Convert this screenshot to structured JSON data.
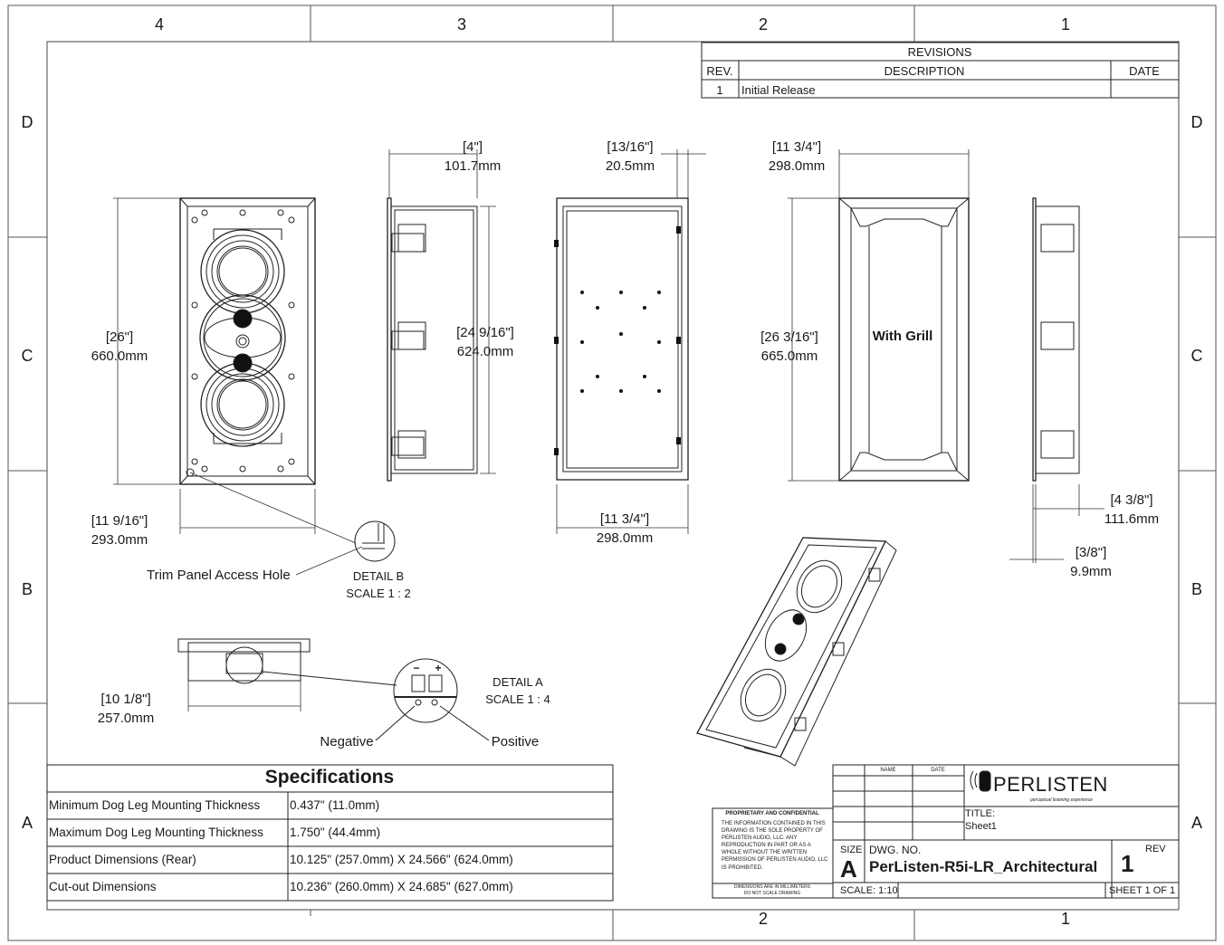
{
  "zones": {
    "top": [
      "4",
      "3",
      "2",
      "1"
    ],
    "bottom": [
      "2",
      "1"
    ],
    "left": [
      "D",
      "C",
      "B",
      "A"
    ],
    "right": [
      "D",
      "C",
      "B",
      "A"
    ]
  },
  "revisions": {
    "title": "REVISIONS",
    "headers": {
      "rev": "REV.",
      "description": "DESCRIPTION",
      "date": "DATE"
    },
    "rows": [
      {
        "rev": "1",
        "description": "Initial Release",
        "date": ""
      }
    ]
  },
  "dimensions": [
    {
      "imperial": "[26\"]",
      "metric": "660.0mm"
    },
    {
      "imperial": "[11 9/16\"]",
      "metric": "293.0mm"
    },
    {
      "imperial": "[4\"]",
      "metric": "101.7mm"
    },
    {
      "imperial": "[24 9/16\"]",
      "metric": "624.0mm"
    },
    {
      "imperial": "[13/16\"]",
      "metric": "20.5mm"
    },
    {
      "imperial": "[11 3/4\"]",
      "metric": "298.0mm"
    },
    {
      "imperial": "[11 3/4\"]",
      "metric": "298.0mm"
    },
    {
      "imperial": "[26 3/16\"]",
      "metric": "665.0mm"
    },
    {
      "imperial": "[4 3/8\"]",
      "metric": "111.6mm"
    },
    {
      "imperial": "[3/8\"]",
      "metric": "9.9mm"
    },
    {
      "imperial": "[10 1/8\"]",
      "metric": "257.0mm"
    }
  ],
  "labels": {
    "with_grill": "With Grill",
    "trim_panel": "Trim Panel Access Hole",
    "detail_b": "DETAIL B",
    "detail_b_scale": "SCALE 1 : 2",
    "detail_a": "DETAIL A",
    "detail_a_scale": "SCALE 1 : 4",
    "negative": "Negative",
    "positive": "Positive",
    "minus": "−",
    "plus": "+"
  },
  "specifications": {
    "title": "Specifications",
    "rows": [
      {
        "label": "Minimum Dog Leg Mounting Thickness",
        "value": "0.437\" (11.0mm)"
      },
      {
        "label": "Maximum Dog Leg Mounting Thickness",
        "value": "1.750\" (44.4mm)"
      },
      {
        "label": "Product Dimensions (Rear)",
        "value": "10.125\" (257.0mm) X 24.566\" (624.0mm)"
      },
      {
        "label": "Cut-out Dimensions",
        "value": "10.236\" (260.0mm) X 24.685\" (627.0mm)"
      }
    ]
  },
  "title_block": {
    "name_header": "NAME",
    "date_header": "DATE",
    "logo_text": "PERLISTEN",
    "logo_tagline": "perceptual listening experience",
    "title_label": "TITLE:",
    "title_value": "Sheet1",
    "size_label": "SIZE",
    "size_value": "A",
    "dwg_no_label": "DWG.  NO.",
    "dwg_no_value": "PerListen-R5i-LR_Architectural",
    "rev_label": "REV",
    "rev_value": "1",
    "scale": "SCALE: 1:10",
    "sheet": "SHEET 1 OF 1",
    "proprietary_title": "PROPRIETARY AND CONFIDENTIAL",
    "proprietary_text": "THE INFORMATION CONTAINED IN THIS DRAWING IS THE SOLE PROPERTY OF PERLISTEN AUDIO, LLC. ANY REPRODUCTION IN PART OR AS A WHOLE WITHOUT THE WRITTEN PERMISSION OF PERLISTEN AUDIO, LLC IS PROHIBITED.",
    "dimensions_note_1": "DIMENSIONS ARE IN MILLIMETERS",
    "dimensions_note_2": "DO NOT SCALE DRAWING"
  }
}
